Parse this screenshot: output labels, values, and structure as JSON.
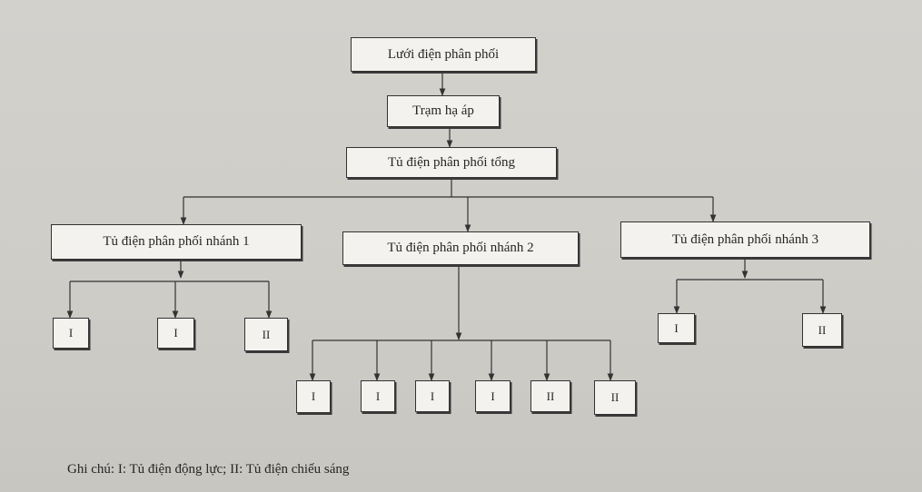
{
  "nodes": {
    "grid": "Lưới điện phân phối",
    "substation": "Trạm hạ áp",
    "main": "Tủ điện phân phối tổng",
    "branch1": {
      "label": "Tủ điện phân phối nhánh 1",
      "children": [
        "I",
        "I",
        "II"
      ]
    },
    "branch2": {
      "label": "Tủ điện phân phối nhánh 2",
      "children": [
        "I",
        "I",
        "I",
        "I",
        "II",
        "II"
      ]
    },
    "branch3": {
      "label": "Tủ điện phân phối nhánh 3",
      "children": [
        "I",
        "II"
      ]
    }
  },
  "note": "Ghi chú: I: Tủ điện động lực; II: Tủ điện chiếu sáng"
}
